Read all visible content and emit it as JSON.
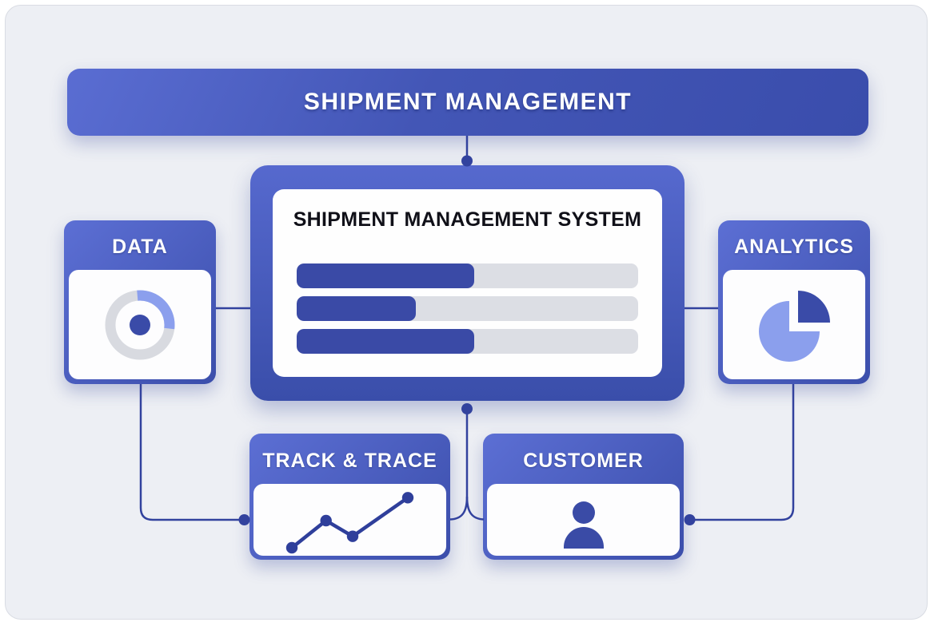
{
  "banner": {
    "title": "SHIPMENT MANAGEMENT"
  },
  "system": {
    "title": "SHIPMENT MANAGEMENT SYSTEM",
    "progress_bars": [
      {
        "name": "progress-1",
        "percent": 52
      },
      {
        "name": "progress-2",
        "percent": 35
      },
      {
        "name": "progress-3",
        "percent": 52
      }
    ]
  },
  "nodes": {
    "data": {
      "label": "DATA",
      "icon": "donut-chart-icon"
    },
    "analytics": {
      "label": "ANALYTICS",
      "icon": "pie-chart-icon"
    },
    "track": {
      "label": "TRACK & TRACE",
      "icon": "line-chart-icon"
    },
    "customer": {
      "label": "CUSTOMER",
      "icon": "person-icon"
    }
  },
  "colors": {
    "primary_blue": "#3A4BA8",
    "header_gradient_start": "#5C6FD4",
    "header_gradient_end": "#3B4EAB",
    "periwinkle": "#8B9FED",
    "bar_track_gray": "#DCDEE4",
    "donut_ring_gray": "#D8DAE0",
    "connector_line": "#32429E",
    "panel_background": "#EDEFF4"
  }
}
